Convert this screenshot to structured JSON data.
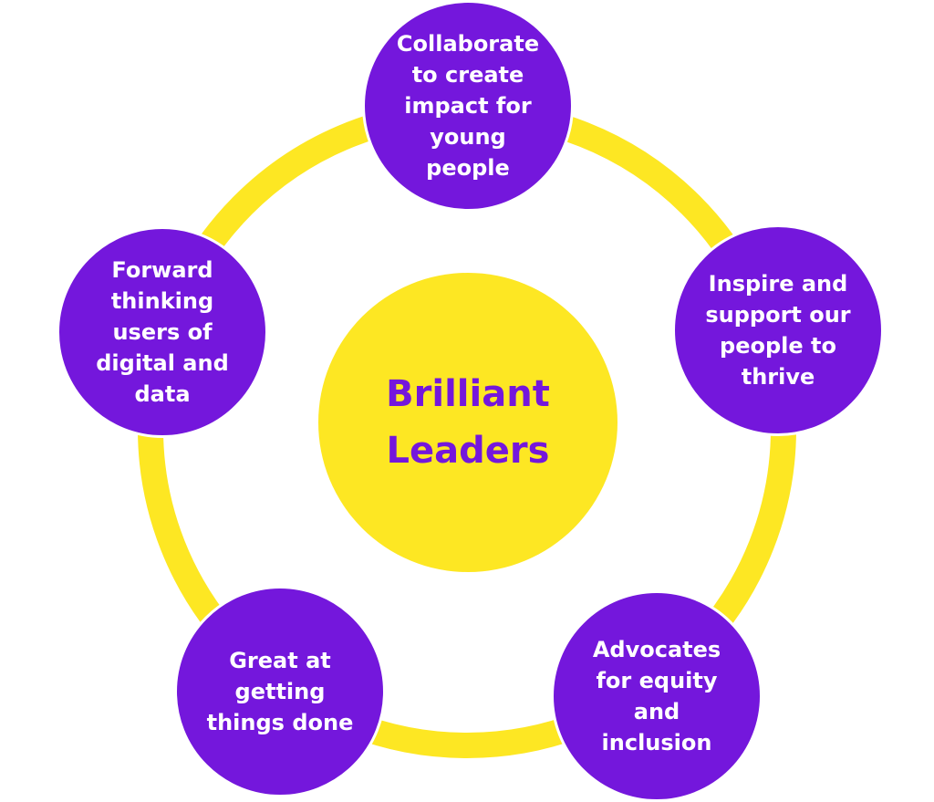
{
  "center": {
    "label": "Brilliant\nLeaders"
  },
  "nodes": {
    "top": "Collaborate\nto create\nimpact for\nyoung\npeople",
    "right": "Inspire and\nsupport our\npeople to\nthrive",
    "bottom_right": "Advocates\nfor equity\nand\ninclusion",
    "bottom_left": "Great at\ngetting\nthings done",
    "left": "Forward\nthinking\nusers of\ndigital and\ndata"
  },
  "colors": {
    "ring": "#fde723",
    "center_fill": "#fde723",
    "node_fill": "#7417dc",
    "node_text": "#ffffff",
    "center_text": "#7417dc"
  }
}
